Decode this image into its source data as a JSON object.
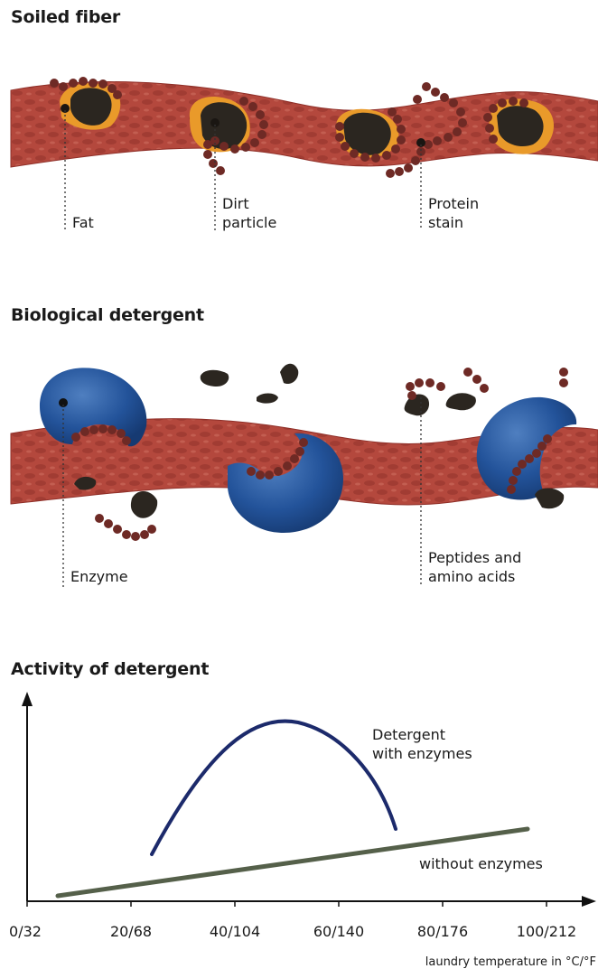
{
  "sections": {
    "soiled_title": "Soiled fiber",
    "biological_title": "Biological detergent",
    "activity_title": "Activity of detergent"
  },
  "soiled_labels": {
    "fat": "Fat",
    "dirt_line1": "Dirt",
    "dirt_line2": "particle",
    "protein_line1": "Protein",
    "protein_line2": "stain"
  },
  "biological_labels": {
    "enzyme": "Enzyme",
    "peptides_line1": "Peptides and",
    "peptides_line2": "amino acids"
  },
  "chart_data": {
    "type": "line",
    "title": "Activity of detergent",
    "xlabel": "laundry temperature in °C/°F",
    "ylabel": "",
    "x_ticks": [
      "0/32",
      "20/68",
      "40/104",
      "60/140",
      "80/176",
      "100/212"
    ],
    "series": [
      {
        "name": "Detergent with enzymes",
        "name_line1": "Detergent",
        "name_line2": "with enzymes",
        "color": "#1c2a6b"
      },
      {
        "name": "without enzymes",
        "color": "#55604a"
      }
    ]
  },
  "colors": {
    "fiber": "#b3473c",
    "fiber_dark": "#8f2f28",
    "dirt": "#2b2620",
    "fat": "#e99a2a",
    "protein": "#6e2a25",
    "enzyme": "#1f4a8a"
  }
}
